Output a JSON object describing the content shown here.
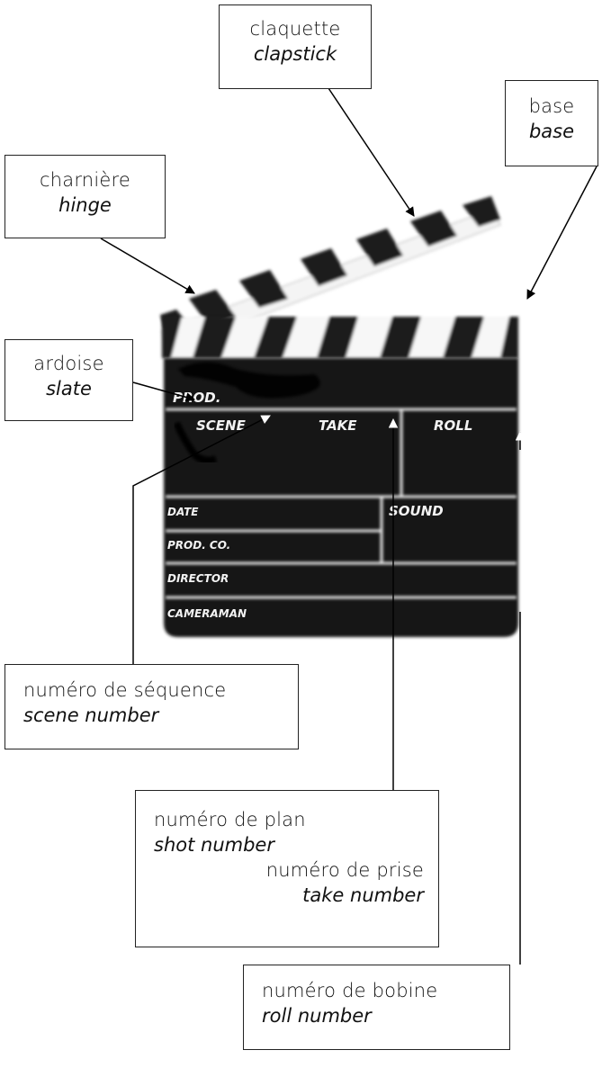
{
  "labels": {
    "clapstick": {
      "fr": "claquette",
      "en": "clapstick"
    },
    "base": {
      "fr": "base",
      "en": "base"
    },
    "hinge": {
      "fr": "charnière",
      "en": "hinge"
    },
    "slate": {
      "fr": "ardoise",
      "en": "slate"
    },
    "scene_number": {
      "fr": "numéro de séquence",
      "en": "scene number"
    },
    "shot_take": {
      "fr_shot": "numéro de plan",
      "en_shot": "shot number",
      "fr_take": "numéro de prise",
      "en_take": "take number"
    },
    "roll_number": {
      "fr": "numéro de bobine",
      "en": "roll number"
    }
  },
  "slate_fields": {
    "prod": "PROD.",
    "scene": "SCENE",
    "take": "TAKE",
    "roll": "ROLL",
    "date": "DATE",
    "sound": "SOUND",
    "prod_co": "PROD. CO.",
    "director": "DIRECTOR",
    "cameraman": "CAMERAMAN"
  }
}
